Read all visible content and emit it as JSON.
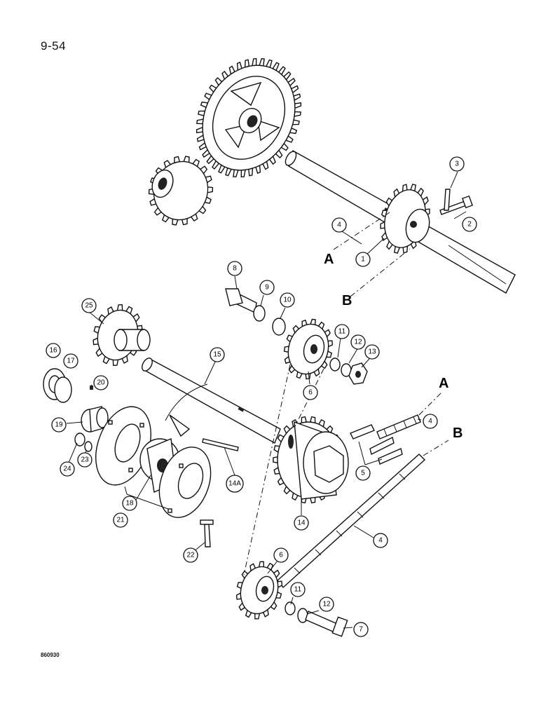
{
  "page": {
    "page_number": "9-54",
    "drawing_code": "860930"
  },
  "reference_letters": {
    "a_upper": "A",
    "b_upper": "B",
    "a_lower": "A",
    "b_lower": "B"
  },
  "callouts": {
    "c1": "1",
    "c2": "2",
    "c3": "3",
    "c4_top": "4",
    "c4_chain_a": "4",
    "c4_chain_b": "4",
    "c5": "5",
    "c6_upper": "6",
    "c6_lower": "6",
    "c7": "7",
    "c8": "8",
    "c9": "9",
    "c10": "10",
    "c11_upper": "11",
    "c11_lower": "11",
    "c12_upper": "12",
    "c12_lower": "12",
    "c13": "13",
    "c14": "14",
    "c14a": "14A",
    "c15": "15",
    "c16": "16",
    "c17": "17",
    "c18": "18",
    "c19": "19",
    "c20": "20",
    "c21": "21",
    "c22": "22",
    "c23": "23",
    "c24": "24",
    "c25": "25"
  },
  "colors": {
    "ink": "#111111",
    "paper": "#ffffff"
  }
}
